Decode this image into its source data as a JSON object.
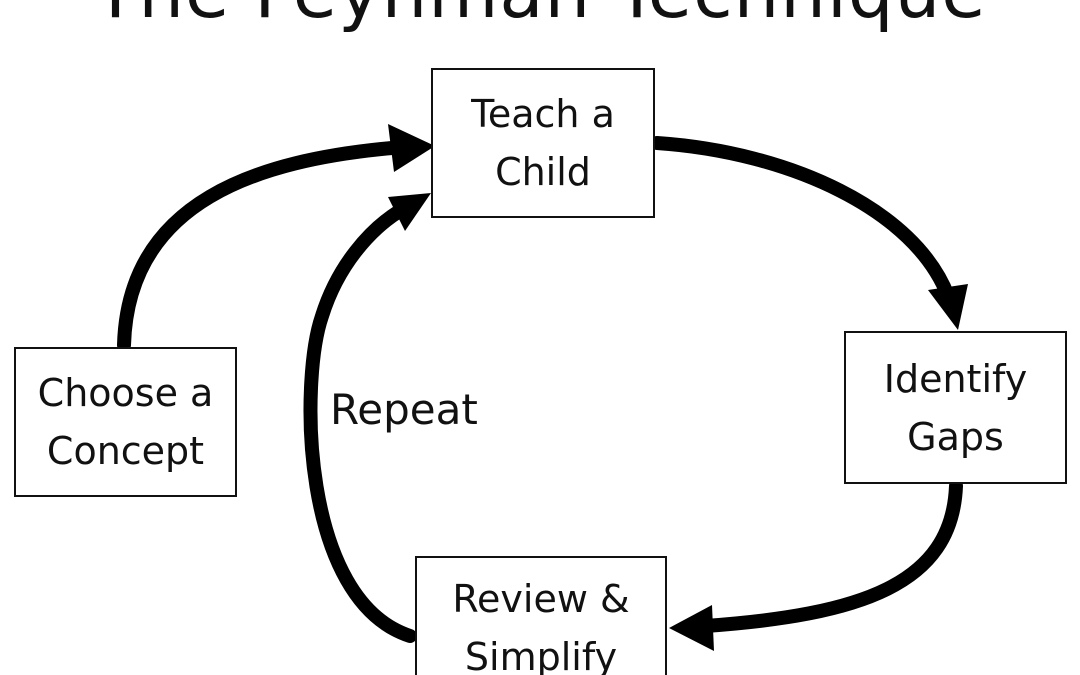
{
  "title": "The Feynman Technique",
  "nodes": {
    "top": {
      "line1": "Teach a",
      "line2": "Child"
    },
    "left": {
      "line1": "Choose a",
      "line2": "Concept"
    },
    "right": {
      "line1": "Identify",
      "line2": "Gaps"
    },
    "bottom": {
      "line1": "Review &",
      "line2": "Simplify"
    }
  },
  "loop_label": "Repeat"
}
